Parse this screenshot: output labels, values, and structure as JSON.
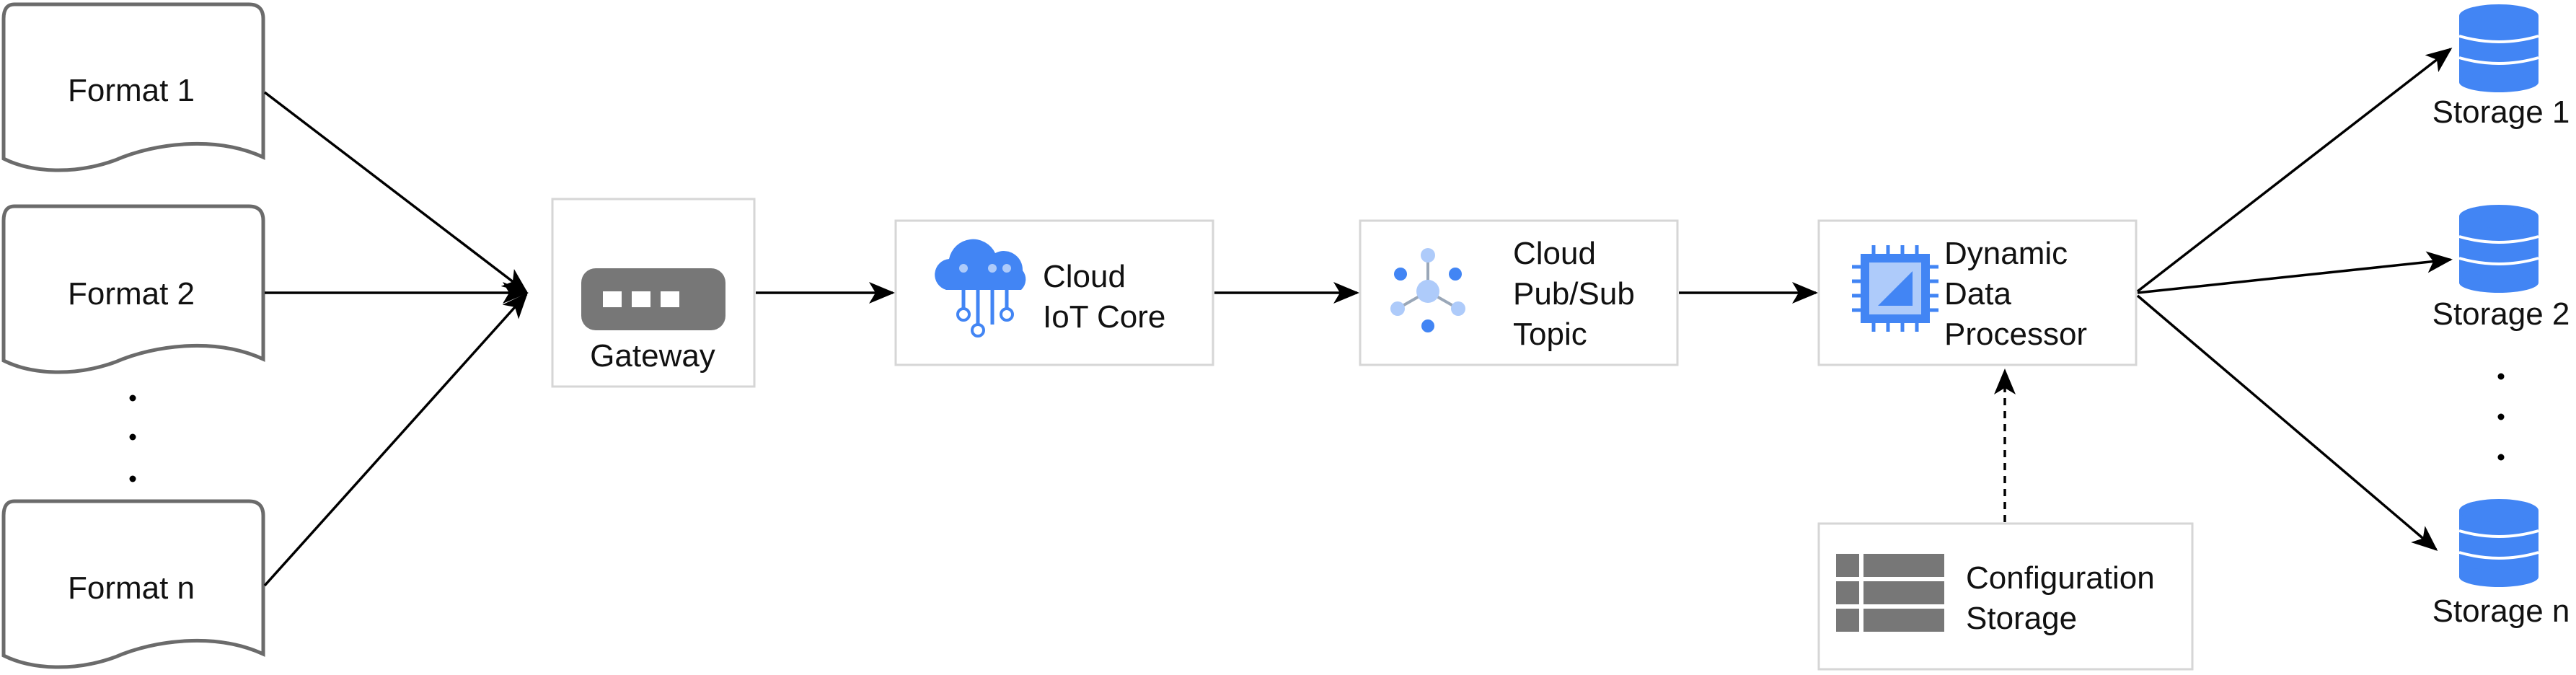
{
  "sources": [
    {
      "label": "Format 1"
    },
    {
      "label": "Format 2"
    },
    {
      "label": "Format n"
    }
  ],
  "gateway": {
    "label": "Gateway"
  },
  "iot_core": {
    "line1": "Cloud",
    "line2": "IoT Core"
  },
  "pubsub": {
    "line1": "Cloud",
    "line2": "Pub/Sub",
    "line3": "Topic"
  },
  "processor": {
    "line1": "Dynamic",
    "line2": "Data",
    "line3": "Processor"
  },
  "config": {
    "line1": "Configuration",
    "line2": "Storage"
  },
  "storages": [
    {
      "label": "Storage 1"
    },
    {
      "label": "Storage 2"
    },
    {
      "label": "Storage n"
    }
  ],
  "colors": {
    "google_blue": "#4285F4",
    "light_blue": "#AECBFA",
    "gray_icon": "#777777",
    "doc_border": "#6b6b6b",
    "box_border": "#d6d6d6"
  }
}
